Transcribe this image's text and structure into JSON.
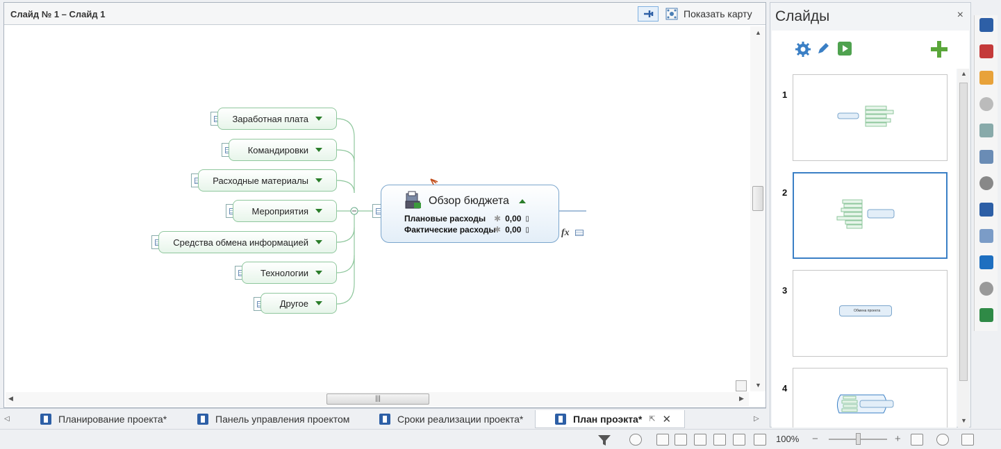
{
  "editor": {
    "title": "Слайд № 1 – Слайд 1",
    "show_map_label": "Показать карту"
  },
  "mindmap": {
    "central": {
      "title": "Обзор бюджета",
      "rows": [
        {
          "label": "Плановые расходы",
          "value": "0,00"
        },
        {
          "label": "Фактические расходы",
          "value": "0,00"
        }
      ]
    },
    "branches": [
      {
        "label": "Заработная плата"
      },
      {
        "label": "Командировки"
      },
      {
        "label": "Расходные материалы"
      },
      {
        "label": "Мероприятия"
      },
      {
        "label": "Средства обмена информацией"
      },
      {
        "label": "Технологии"
      },
      {
        "label": "Другое"
      }
    ],
    "fx_label": "fx"
  },
  "tabs": [
    {
      "label": "Планирование проекта*"
    },
    {
      "label": "Панель управления проектом"
    },
    {
      "label": "Сроки реализации проекта*"
    },
    {
      "label": "План проэкта*"
    }
  ],
  "status": {
    "zoom": "100%",
    "zoom_out": "−",
    "zoom_in": "+"
  },
  "panel": {
    "title": "Слайды",
    "close": "×",
    "slides": [
      {
        "number": "1"
      },
      {
        "number": "2"
      },
      {
        "number": "3"
      },
      {
        "number": "4"
      }
    ],
    "slide3_text": "Обменa проекта"
  },
  "colors": {
    "accent": "#3a7fc5",
    "branch_border": "#8fc79d",
    "central_border": "#7aa5cc",
    "add_green": "#5aa63a"
  }
}
